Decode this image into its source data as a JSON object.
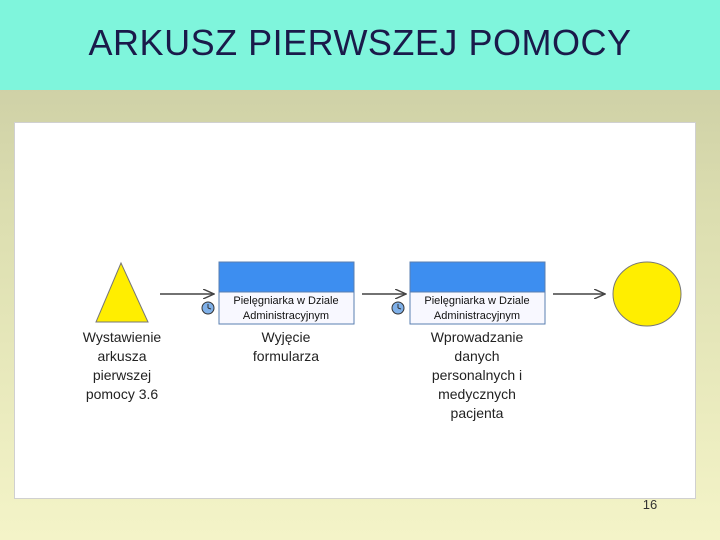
{
  "slide": {
    "title": "ARKUSZ PIERWSZEJ POMOCY",
    "page_number": "16"
  },
  "diagram": {
    "start_event": {
      "shape": "triangle",
      "color": "#ffee00",
      "label": "Wystawienie arkusza pierwszej pomocy 3.6",
      "label_lines": [
        "Wystawienie",
        "arkusza",
        "pierwszej",
        "pomocy 3.6"
      ]
    },
    "tasks": [
      {
        "role_lines": [
          "Pielęgniarka w Dziale",
          "Administracyjnym"
        ],
        "header_color": "#3d8ef0",
        "label_lines": [
          "Wyjęcie",
          "formularza"
        ]
      },
      {
        "role_lines": [
          "Pielęgniarka w Dziale",
          "Administracyjnym"
        ],
        "header_color": "#3d8ef0",
        "label_lines": [
          "Wprowadzanie",
          "danych",
          "personalnych i",
          "medycznych",
          "pacjenta"
        ]
      }
    ],
    "end_event": {
      "shape": "circle",
      "color": "#ffee00"
    },
    "arrow_icon": "arrow-right-icon",
    "clock_icon": "clock-icon"
  }
}
